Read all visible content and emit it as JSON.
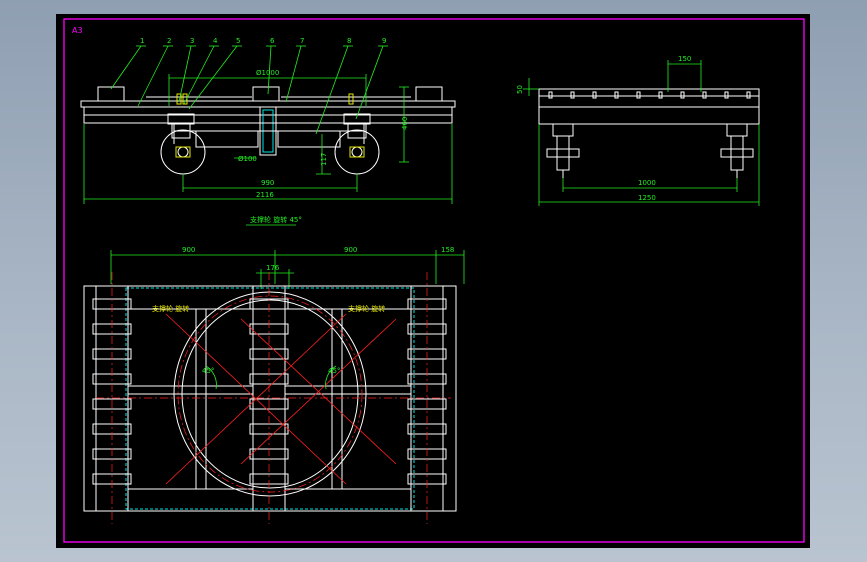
{
  "sheet": {
    "size_label": "A3",
    "frame_color": "#ff00ff",
    "background": "#000000"
  },
  "front_view": {
    "balloons": [
      "1",
      "2",
      "3",
      "4",
      "5",
      "6",
      "7",
      "8",
      "9"
    ],
    "dim_table_dia": "Ø1000",
    "dim_wheel_dia": "Ø100",
    "dim_height": "460",
    "dim_wheel_axle": "117",
    "dim_wheel_span": "990",
    "dim_overall": "2116",
    "section_note": "支撑轮 旋转 45°"
  },
  "side_view": {
    "dim_pitch": "150",
    "dim_top": "50",
    "dim_wheel_span": "1000",
    "dim_overall": "1250"
  },
  "plan_view": {
    "dim_left": "900",
    "dim_right": "900",
    "dim_edge": "158",
    "dim_center": "176",
    "note_left": "支撑轮 旋转",
    "note_right": "支撑轮 旋转",
    "angle_left": "45°",
    "angle_right": "45°"
  },
  "colors": {
    "outline": "#ffffff",
    "dimension": "#22ee22",
    "leader_text": "#e6e600",
    "center_line": "#ff2020",
    "hidden": "#00e5e5"
  }
}
